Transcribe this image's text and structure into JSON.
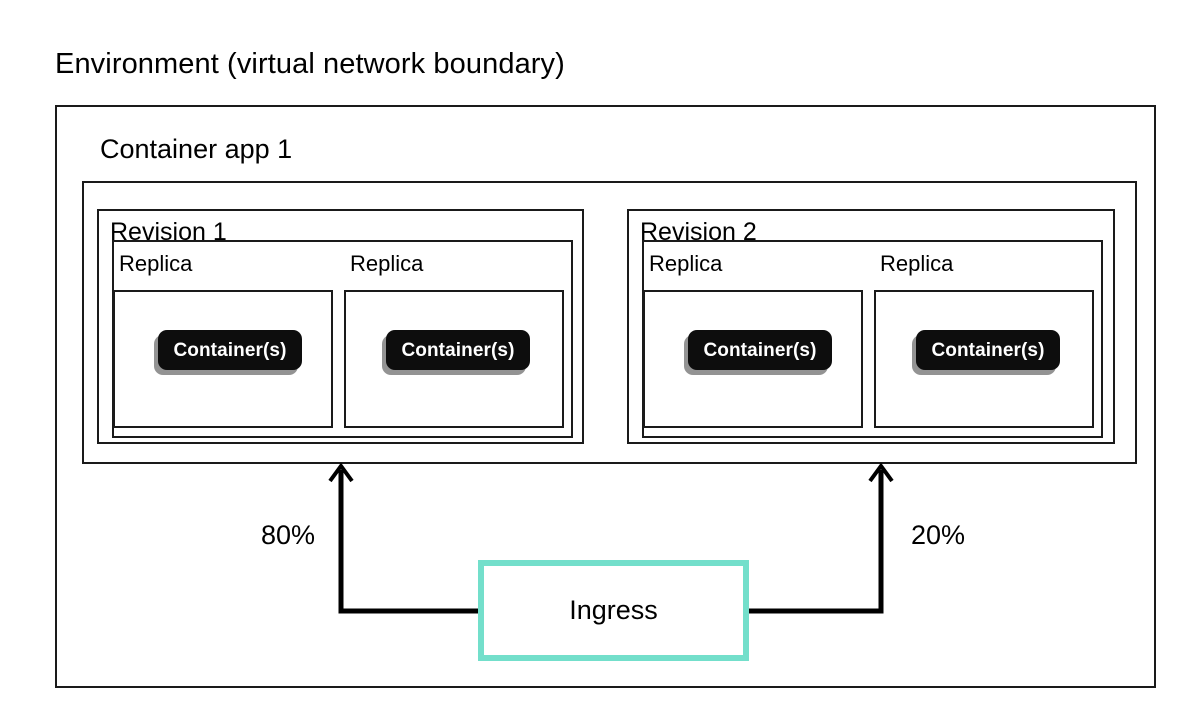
{
  "diagram": {
    "title": "Environment (virtual network boundary)",
    "app": {
      "title": "Container app 1"
    },
    "revisions": [
      {
        "title": "Revision 1",
        "traffic": "80%",
        "replicas": [
          {
            "label": "Replica",
            "container": "Container(s)"
          },
          {
            "label": "Replica",
            "container": "Container(s)"
          }
        ]
      },
      {
        "title": "Revision 2",
        "traffic": "20%",
        "replicas": [
          {
            "label": "Replica",
            "container": "Container(s)"
          },
          {
            "label": "Replica",
            "container": "Container(s)"
          }
        ]
      }
    ],
    "ingress": {
      "label": "Ingress"
    },
    "colors": {
      "ingress_border": "#73dfcb",
      "box_border": "#1a1a1a",
      "container_fill": "#0d0d0d",
      "container_text": "#ffffff",
      "container_shadow": "#808080",
      "background": "#ffffff"
    }
  }
}
